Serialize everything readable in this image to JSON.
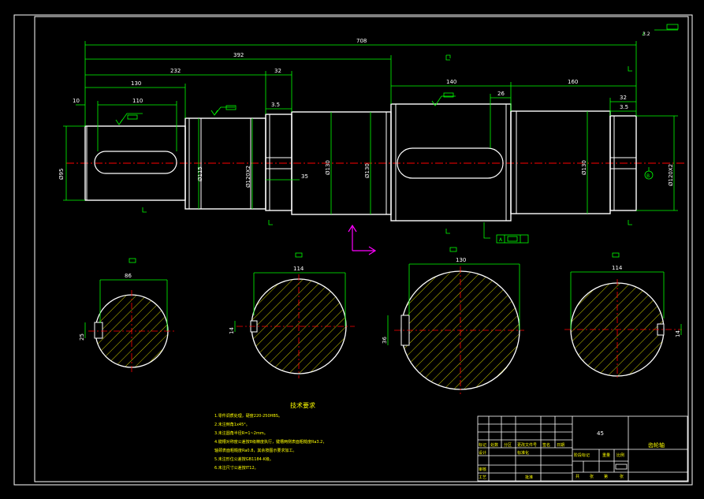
{
  "dimensions": {
    "overall": "708",
    "d392": "392",
    "d232": "232",
    "d32a": "32",
    "d130": "130",
    "d110": "110",
    "d10": "10",
    "d3_5a": "3.5",
    "d140": "140",
    "d26": "26",
    "d160": "160",
    "d32b": "32",
    "d3_5b": "3.5",
    "d35": "35",
    "dia95": "Ø95",
    "dia115": "Ø115",
    "dia120a": "Ø120X2",
    "dia130a": "Ø130",
    "dia130b": "Ø130",
    "dia130c": "Ø130",
    "dia120b": "Ø120X2",
    "sec1_w": "86",
    "sec1_h": "25",
    "sec2_w": "114",
    "sec2_h": "14",
    "sec3_w": "130",
    "sec3_h": "36",
    "sec4_w": "114",
    "sec4_h": "14"
  },
  "tech_requirements": {
    "title": "技术要求",
    "lines": [
      "1.零件调质处理，硬度220-250HBS。",
      "2.未注倒角1x45°。",
      "3.未注圆角半径R=1~2mm。",
      "4.键槽对称度公差按8级精度执行，键槽两侧表面粗糙度Ra3.2，",
      "  轴颈表面粗糙度Ra0.8，其余按图示要求加工。",
      "5.未注形位公差按GB1184-K级。",
      "6.未注尺寸公差按IT12。"
    ]
  },
  "title_block": {
    "material": "45",
    "part_name": "齿轮轴",
    "labels": [
      "标记",
      "处数",
      "分区",
      "更改文件号",
      "签名",
      "日期"
    ],
    "row2": [
      "设计",
      "",
      "标准化",
      "阶段标记",
      "重量",
      "比例"
    ],
    "row3": [
      "审核"
    ],
    "row4": [
      "工艺",
      "",
      "批准",
      "共",
      "张",
      "第",
      "张"
    ]
  },
  "datum_labels": [
    "A",
    "B"
  ],
  "colors": {
    "background": "#000000",
    "outline": "#ffffff",
    "dimension": "#00ff00",
    "centerline": "#ff0000",
    "hatch": "#ffff00",
    "ucs": "#ff00ff"
  }
}
